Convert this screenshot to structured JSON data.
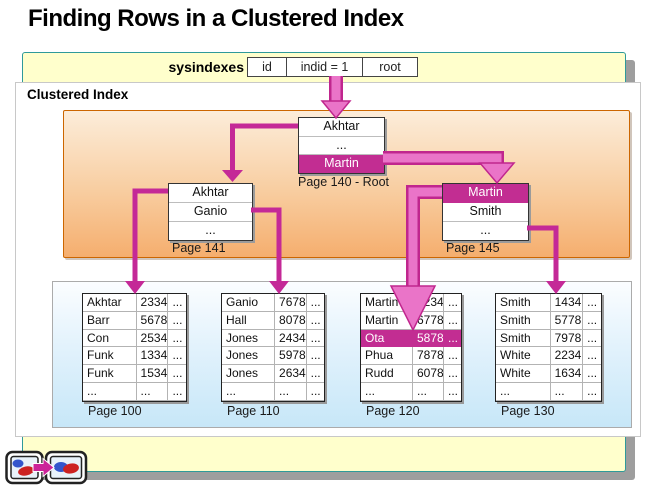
{
  "title": "Finding Rows in a Clustered Index",
  "sysindexes": {
    "label": "sysindexes",
    "cells": [
      "id",
      "indid = 1",
      "root"
    ]
  },
  "clustered_index_label": "Clustered Index",
  "root_page": {
    "label": "Page 140 - Root",
    "rows": [
      "Akhtar",
      "...",
      "Martin"
    ],
    "highlight_row": 2
  },
  "intermediate_pages": [
    {
      "label": "Page 141",
      "rows": [
        "Akhtar",
        "Ganio",
        "..."
      ],
      "highlight_row": -1
    },
    {
      "label": "Page 145",
      "rows": [
        "Martin",
        "Smith",
        "..."
      ],
      "highlight_row": 0
    }
  ],
  "leaf_pages": [
    {
      "label": "Page 100",
      "highlight_row": -1,
      "rows": [
        [
          "Akhtar",
          "2334",
          "..."
        ],
        [
          "Barr",
          "5678",
          "..."
        ],
        [
          "Con",
          "2534",
          "..."
        ],
        [
          "Funk",
          "1334",
          "..."
        ],
        [
          "Funk",
          "1534",
          "..."
        ],
        [
          "...",
          "...",
          "..."
        ]
      ]
    },
    {
      "label": "Page 110",
      "highlight_row": -1,
      "rows": [
        [
          "Ganio",
          "7678",
          "..."
        ],
        [
          "Hall",
          "8078",
          "..."
        ],
        [
          "Jones",
          "2434",
          "..."
        ],
        [
          "Jones",
          "5978",
          "..."
        ],
        [
          "Jones",
          "2634",
          "..."
        ],
        [
          "...",
          "...",
          "..."
        ]
      ]
    },
    {
      "label": "Page 120",
      "highlight_row": 2,
      "rows": [
        [
          "Martin",
          "1234",
          "..."
        ],
        [
          "Martin",
          "6778",
          "..."
        ],
        [
          "Ota",
          "5878",
          "..."
        ],
        [
          "Phua",
          "7878",
          "..."
        ],
        [
          "Rudd",
          "6078",
          "..."
        ],
        [
          "...",
          "...",
          "..."
        ]
      ]
    },
    {
      "label": "Page 130",
      "highlight_row": -1,
      "rows": [
        [
          "Smith",
          "1434",
          "..."
        ],
        [
          "Smith",
          "5778",
          "..."
        ],
        [
          "Smith",
          "7978",
          "..."
        ],
        [
          "White",
          "2234",
          "..."
        ],
        [
          "White",
          "1634",
          "..."
        ],
        [
          "...",
          "...",
          "..."
        ]
      ]
    }
  ],
  "search_path": [
    "indid = 1",
    "Martin (Page 140)",
    "Martin (Page 145)",
    "Ota 5878 (Page 120)"
  ],
  "colors": {
    "highlight_magenta": "#C22D92",
    "thin_arrow_magenta": "#C42997",
    "path_fill_pink": "#EA74C8",
    "path_border_magenta": "#C0268E",
    "banner_yellow": "#FFFFCC",
    "banner_border_teal": "#2E9A9A",
    "orange_border": "#CC6600",
    "leaf_panel_blue": "#C7E7F8"
  },
  "footer": {
    "prev_icon": "animation-frame-icon",
    "arrow_icon": "arrow-right-icon",
    "next_icon": "animation-frame-icon"
  }
}
